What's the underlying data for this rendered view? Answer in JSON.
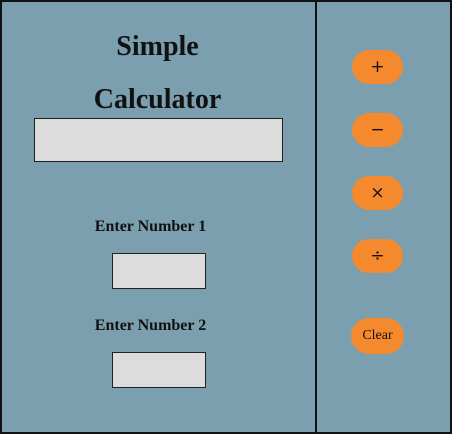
{
  "calculator": {
    "title_line1": "Simple",
    "title_line2": "Calculator",
    "result_value": "",
    "number1_label": "Enter Number 1",
    "number1_value": "",
    "number2_label": "Enter Number 2",
    "number2_value": ""
  },
  "operations": {
    "add_symbol": "+",
    "subtract_symbol": "−",
    "multiply_symbol": "×",
    "divide_symbol": "÷",
    "clear_label": "Clear"
  },
  "colors": {
    "background": "#7b9fae",
    "button": "#f5892e",
    "field": "#dcdcdc",
    "border": "#111111"
  }
}
